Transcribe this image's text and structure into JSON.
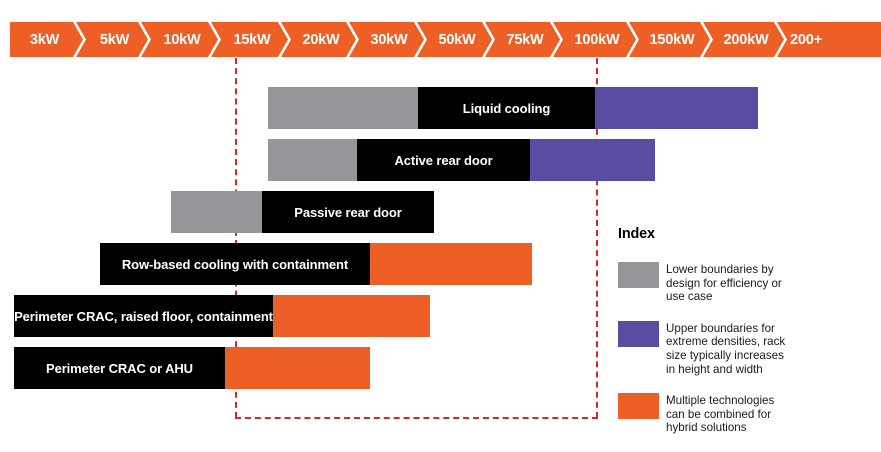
{
  "colors": {
    "orange": "#ee5f26",
    "grey": "#949699",
    "purple": "#5a4ba3",
    "black": "#000000",
    "guide_red": "#d8242b",
    "background": "#ffffff"
  },
  "scale": {
    "name": "power-density-scale",
    "steps": [
      "3kW",
      "5kW",
      "10kW",
      "15kW",
      "20kW",
      "30kW",
      "50kW",
      "75kW",
      "100kW",
      "150kW",
      "200kW",
      "200+"
    ]
  },
  "guides": {
    "left_label": "15kW",
    "right_label": "150kW"
  },
  "bars": [
    {
      "id": "liquid-cooling",
      "label": "Liquid cooling",
      "range_low": "15kW",
      "range_typical_start": "30kW",
      "range_typical_end": "150kW",
      "range_high": "200kW",
      "segments": [
        {
          "kind": "lower-boundary",
          "color": "#949699"
        },
        {
          "kind": "typical",
          "color": "#000000"
        },
        {
          "kind": "upper-boundary",
          "color": "#5a4ba3"
        }
      ]
    },
    {
      "id": "active-rear-door",
      "label": "Active rear door",
      "range_low": "15kW",
      "range_typical_start": "20kW",
      "range_typical_end": "100kW",
      "range_high": "150kW",
      "segments": [
        {
          "kind": "lower-boundary",
          "color": "#949699"
        },
        {
          "kind": "typical",
          "color": "#000000"
        },
        {
          "kind": "upper-boundary",
          "color": "#5a4ba3"
        }
      ]
    },
    {
      "id": "passive-rear-door",
      "label": "Passive rear door",
      "range_low": "10kW",
      "range_typical_start": "15kW",
      "range_typical_end": "50kW",
      "segments": [
        {
          "kind": "lower-boundary",
          "color": "#949699"
        },
        {
          "kind": "typical",
          "color": "#000000"
        }
      ]
    },
    {
      "id": "row-based-cooling-with-containment",
      "label": "Row-based cooling with containment",
      "range_typical_start": "5kW",
      "range_typical_end": "30kW",
      "range_hybrid_end": "75kW",
      "segments": [
        {
          "kind": "typical",
          "color": "#000000"
        },
        {
          "kind": "hybrid",
          "color": "#ee5f26"
        }
      ]
    },
    {
      "id": "perimeter-crac-raised-floor-containment",
      "label": "Perimeter CRAC, raised floor, containment",
      "range_typical_start": "3kW",
      "range_typical_end": "20kW",
      "range_hybrid_end": "50kW",
      "segments": [
        {
          "kind": "typical",
          "color": "#000000"
        },
        {
          "kind": "hybrid",
          "color": "#ee5f26"
        }
      ]
    },
    {
      "id": "perimeter-crac-or-ahu",
      "label": "Perimeter CRAC or AHU",
      "range_typical_start": "3kW",
      "range_typical_end": "15kW",
      "range_hybrid_end": "30kW",
      "segments": [
        {
          "kind": "typical",
          "color": "#000000"
        },
        {
          "kind": "hybrid",
          "color": "#ee5f26"
        }
      ]
    }
  ],
  "index": {
    "title": "Index",
    "items": [
      {
        "color": "#949699",
        "text": "Lower boundaries by design for efficiency or use case"
      },
      {
        "color": "#5a4ba3",
        "text": "Upper boundaries for extreme densities, rack size typically increases in height and width"
      },
      {
        "color": "#ee5f26",
        "text": "Multiple technologies can be combined for hybrid solutions"
      }
    ]
  }
}
